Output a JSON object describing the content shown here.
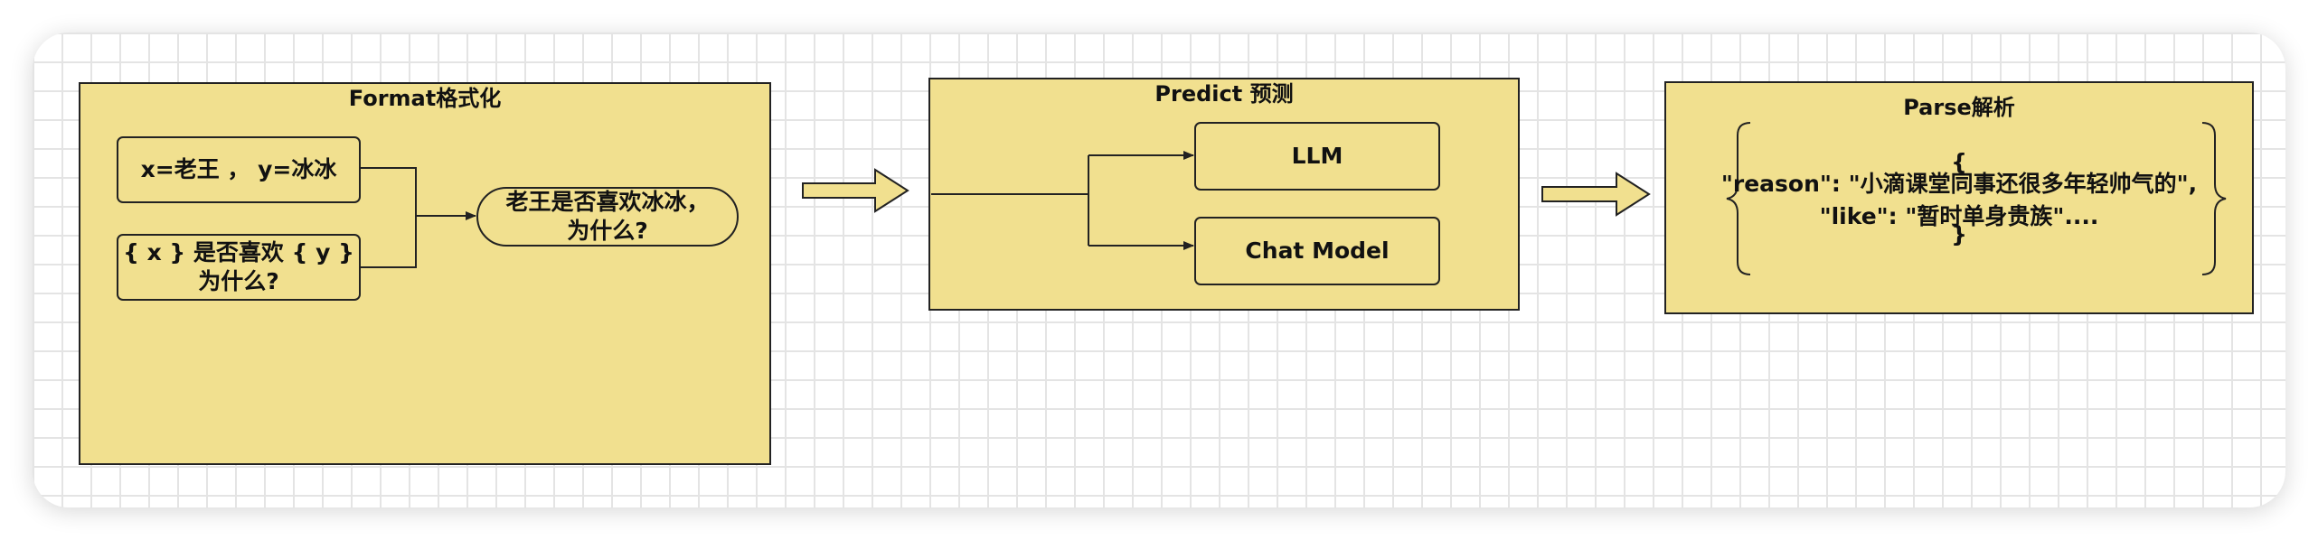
{
  "diagram": {
    "format_stage": {
      "title": "Format格式化",
      "input_vars": "x=老王 ， y=冰冰",
      "template": "{ x } 是否喜欢 { y }\n为什么?",
      "prompt": "老王是否喜欢冰冰，\n为什么?"
    },
    "predict_stage": {
      "title": "Predict 预测",
      "llm": "LLM",
      "chat_model": "Chat Model"
    },
    "parse_stage": {
      "title": "Parse解析",
      "output_open": "{",
      "output_body": "\"reason\": \"小滴课堂同事还很多年轻帅气的\",\n\"like\": \"暂时单身贵族\"....",
      "output_close": "}"
    }
  },
  "colors": {
    "box_fill": "#f1e08f",
    "stroke": "#222222",
    "grid": "#e4e4e4"
  }
}
